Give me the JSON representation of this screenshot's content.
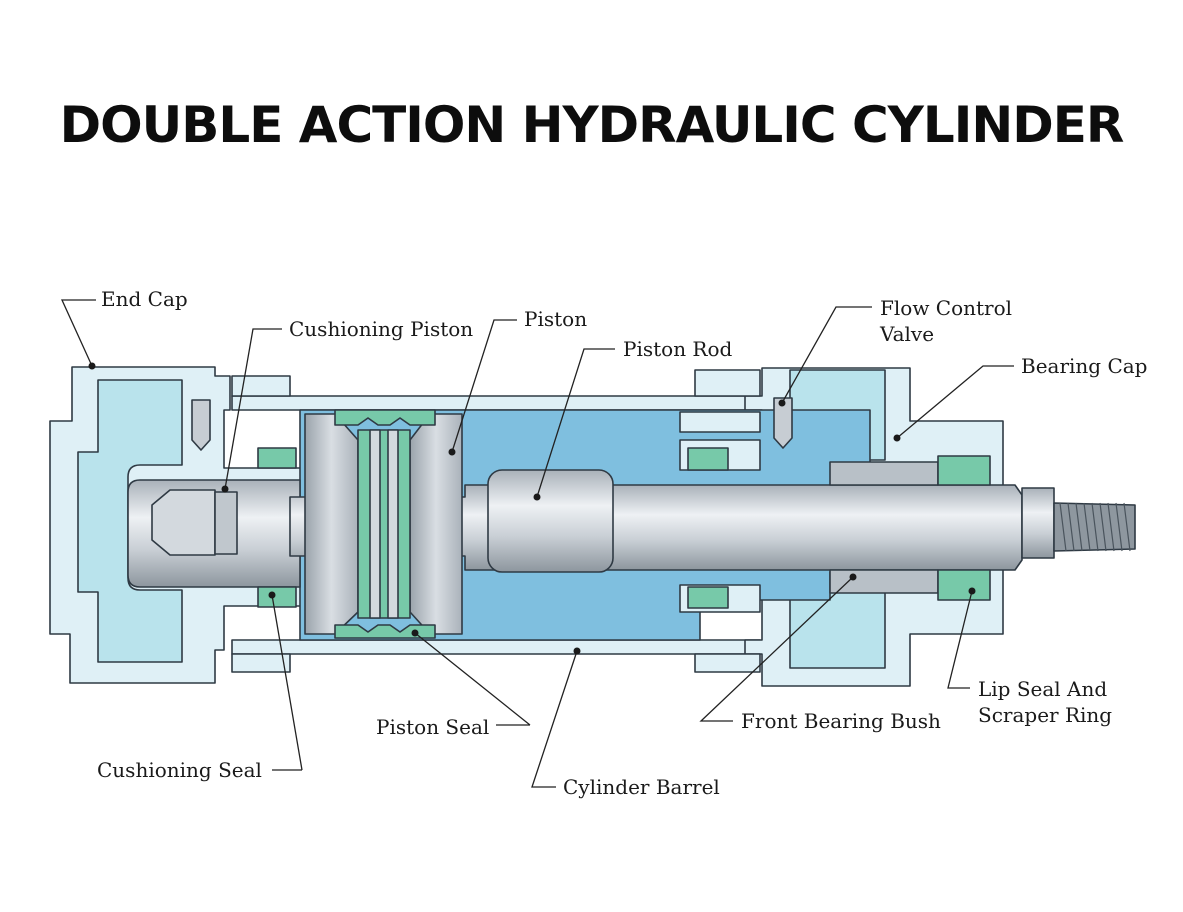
{
  "title": "DOUBLE ACTION HYDRAULIC CYLINDER",
  "labels": {
    "end_cap": "End Cap",
    "cushioning_piston": "Cushioning Piston",
    "piston": "Piston",
    "piston_rod": "Piston Rod",
    "flow_control_valve_line1": "Flow Control",
    "flow_control_valve_line2": "Valve",
    "bearing_cap": "Bearing Cap",
    "lip_seal_line1": "Lip Seal And",
    "lip_seal_line2": "Scraper Ring",
    "front_bearing_bush": "Front Bearing Bush",
    "piston_seal": "Piston Seal",
    "cushioning_seal": "Cushioning Seal",
    "cylinder_barrel": "Cylinder Barrel"
  },
  "colors": {
    "housing": "#dff0f6",
    "end_cap": "#b9e3ec",
    "oil": "#7fbfdf",
    "seal": "#77c9a9",
    "steel": "#c7cdd3",
    "steel_dark": "#9aa3ab",
    "outline": "#2f3a44"
  }
}
